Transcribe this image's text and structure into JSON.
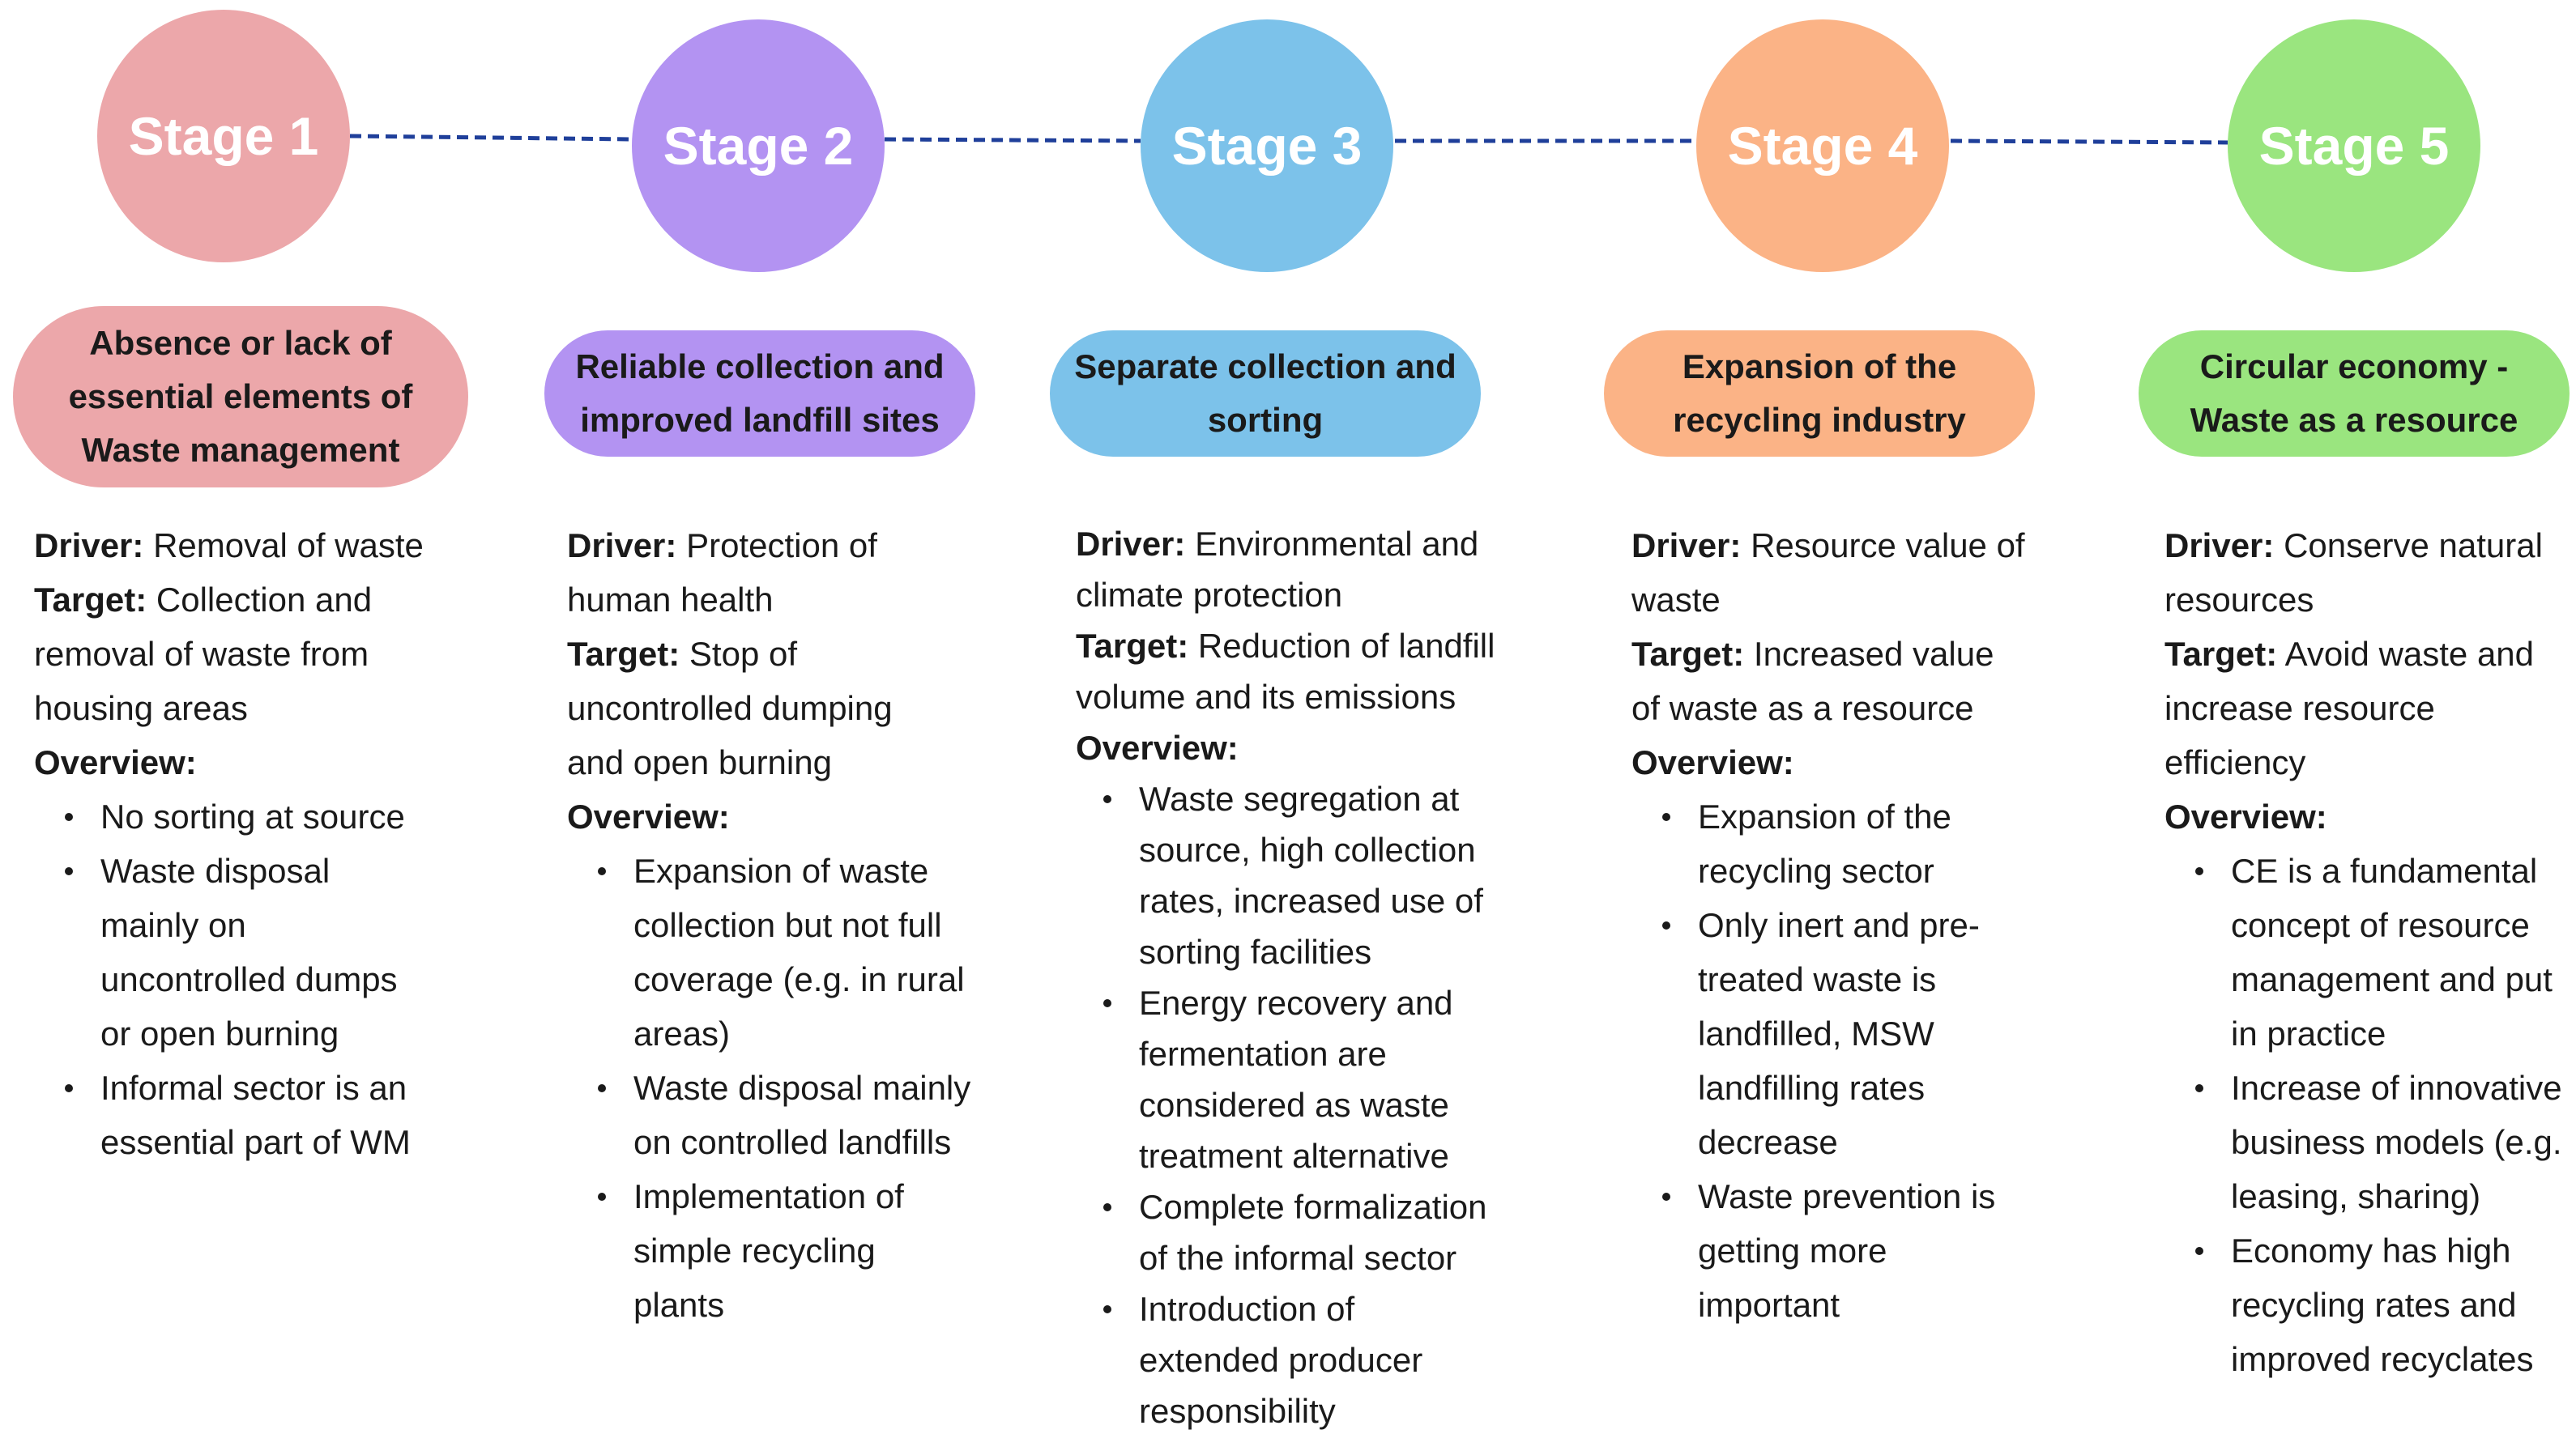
{
  "colors": {
    "stage1": "#eca7aa",
    "stage2": "#b393f2",
    "stage3": "#7cc2ea",
    "stage4": "#fbb386",
    "stage5": "#9ae57f",
    "connector": "#1f3f9a"
  },
  "labels": {
    "driver": "Driver:",
    "target": "Target:",
    "overview": "Overview:"
  },
  "stages": [
    {
      "title": "Stage 1",
      "heading": "Absence or lack of essential elements of Waste management",
      "driver": "Removal of waste",
      "target": "Collection and removal of waste from housing areas",
      "overview": [
        "No sorting at source",
        "Waste disposal mainly on uncontrolled dumps or open burning",
        "Informal sector is an essential part of WM"
      ]
    },
    {
      "title": "Stage 2",
      "heading": "Reliable collection and improved landfill sites",
      "driver": "Protection of human health",
      "target": "Stop of uncontrolled dumping and open burning",
      "overview": [
        "Expansion of waste collection but not full coverage (e.g. in rural areas)",
        "Waste disposal mainly on controlled landfills",
        "Implementation of simple recycling plants"
      ]
    },
    {
      "title": "Stage 3",
      "heading": "Separate collection and sorting",
      "driver": "Environmental and climate protection",
      "target": "Reduction of landfill volume and its emissions",
      "overview": [
        "Waste segregation at source, high collection rates, increased use of sorting facilities",
        "Energy recovery and fermentation are considered as waste treatment alternative",
        "Complete formalization of the informal sector",
        "Introduction of extended producer responsibility"
      ]
    },
    {
      "title": "Stage 4",
      "heading": "Expansion of the recycling industry",
      "driver": "Resource value of waste",
      "target": "Increased value of waste as a resource",
      "overview": [
        "Expansion of the recycling sector",
        "Only inert and pre-treated waste is landfilled, MSW landfilling rates decrease",
        "Waste prevention is getting more important"
      ]
    },
    {
      "title": "Stage 5",
      "heading": "Circular economy - Waste as a resource",
      "driver": "Conserve natural resources",
      "target": "Avoid waste and increase resource efficiency",
      "overview": [
        "CE is a fundamental concept of resource management and put in practice",
        "Increase of innovative business models (e.g. leasing, sharing)",
        "Economy has high recycling rates and improved recyclates"
      ]
    }
  ]
}
